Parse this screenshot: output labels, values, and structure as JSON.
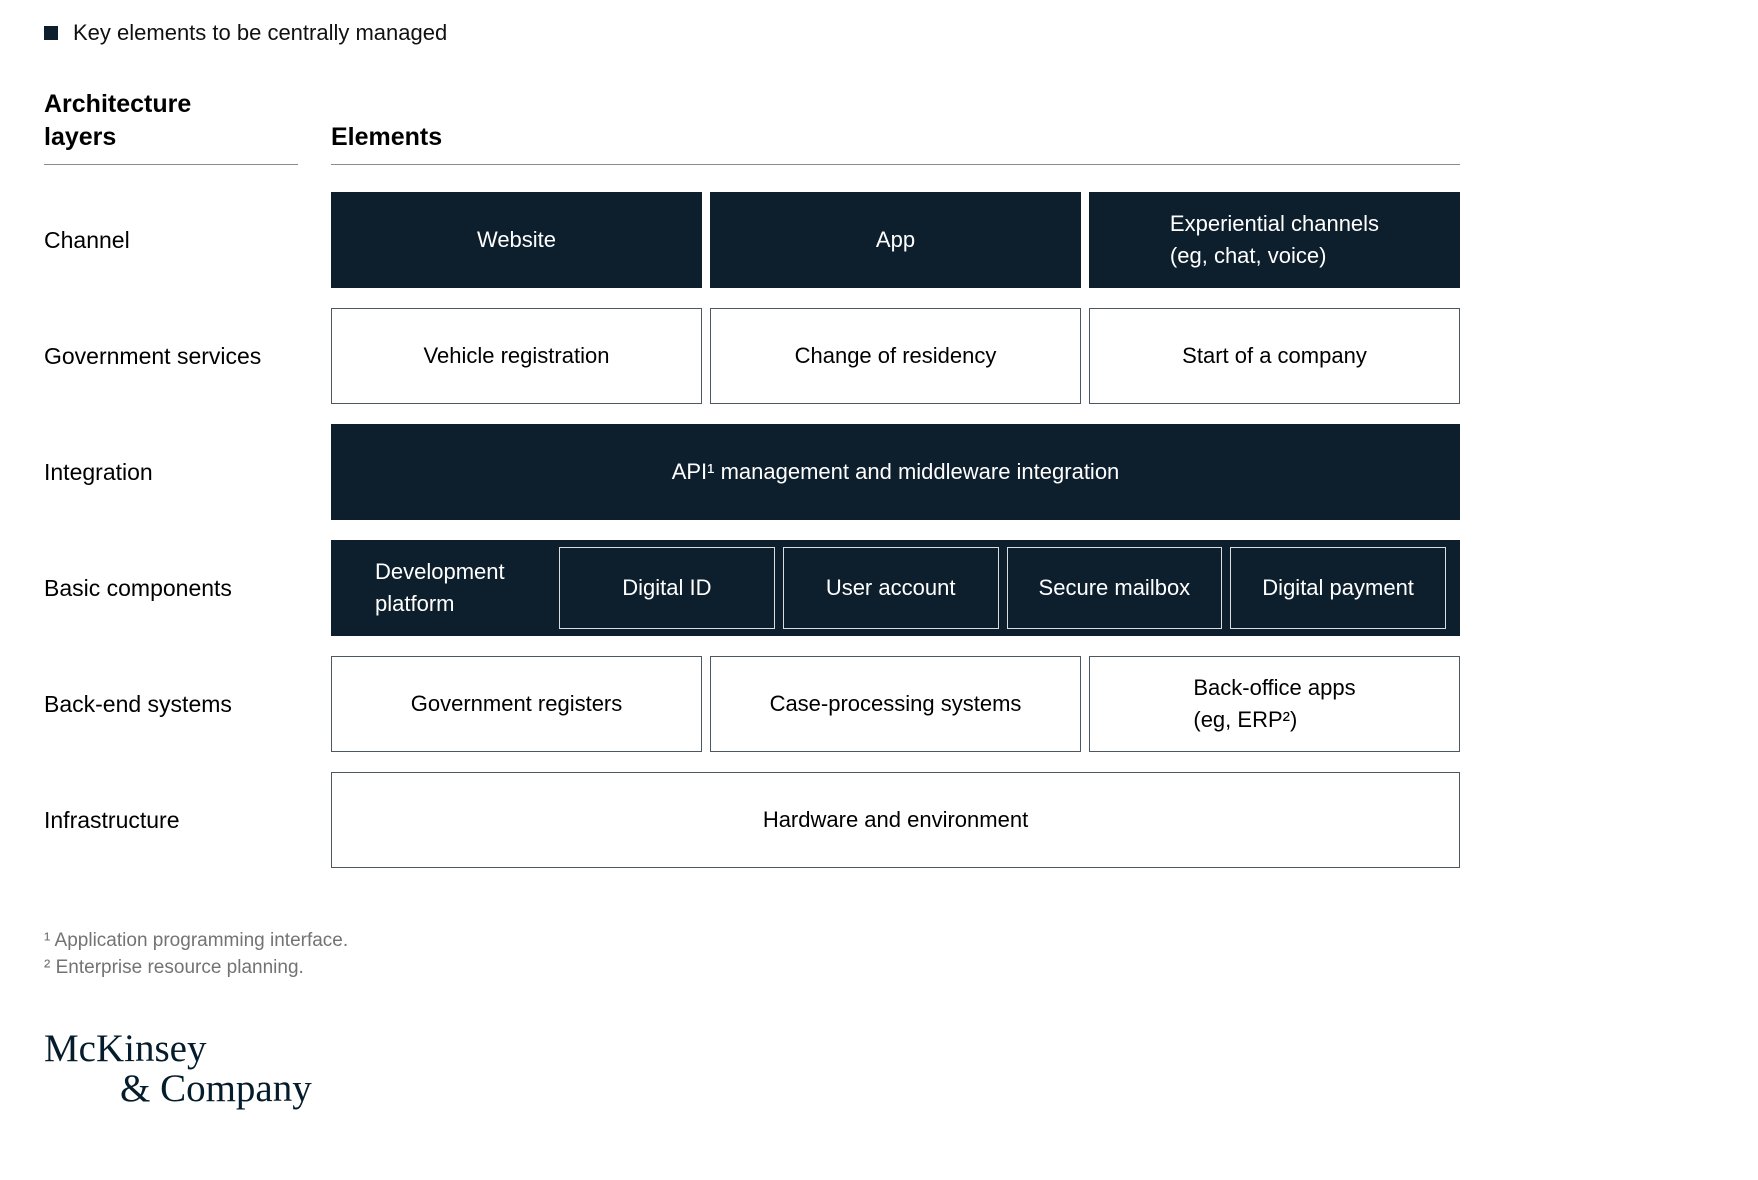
{
  "legend": {
    "label": "Key elements to be centrally managed",
    "swatch_color": "#0d1e2c"
  },
  "headers": {
    "architecture": "Architecture layers",
    "elements": "Elements"
  },
  "rows": {
    "channel": {
      "label": "Channel",
      "website": "Website",
      "app": "App",
      "experiential_line1": "Experiential channels",
      "experiential_line2": "(eg, chat, voice)"
    },
    "government_services": {
      "label": "Government services",
      "vehicle_registration": "Vehicle registration",
      "change_of_residency": "Change of residency",
      "start_of_company": "Start of a company"
    },
    "integration": {
      "label": "Integration",
      "api": "API¹ management and middleware integration"
    },
    "basic_components": {
      "label": "Basic components",
      "development_platform": "Development platform",
      "digital_id": "Digital ID",
      "user_account": "User account",
      "secure_mailbox": "Secure mailbox",
      "digital_payment": "Digital payment"
    },
    "backend_systems": {
      "label": "Back-end systems",
      "government_registers": "Government registers",
      "case_processing": "Case-processing systems",
      "back_office_line1": "Back-office apps",
      "back_office_line2": "(eg, ERP²)"
    },
    "infrastructure": {
      "label": "Infrastructure",
      "hardware": "Hardware and environment"
    }
  },
  "footnotes": [
    "¹ Application programming interface.",
    "² Enterprise resource planning."
  ],
  "logo": {
    "line1": "McKinsey",
    "line2": "& Company"
  },
  "colors": {
    "dark_box": "#0d1e2c",
    "light_box_border": "#4d5861",
    "sub_box_border": "#d9dde0",
    "footnote_gray": "#737373",
    "logo_navy": "#051c2c"
  }
}
